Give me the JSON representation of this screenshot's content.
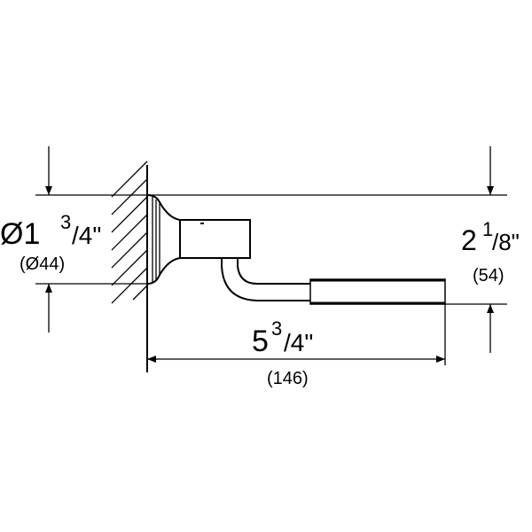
{
  "diameter_dim": {
    "main": "Ø1",
    "num": "3",
    "den": "/4\"",
    "metric": "(Ø44)"
  },
  "height_dim": {
    "main": "2",
    "num": "1",
    "den": "/8\"",
    "metric": "(54)"
  },
  "length_dim": {
    "main": "5",
    "num": "3",
    "den": "/4\"",
    "metric": "(146)"
  }
}
